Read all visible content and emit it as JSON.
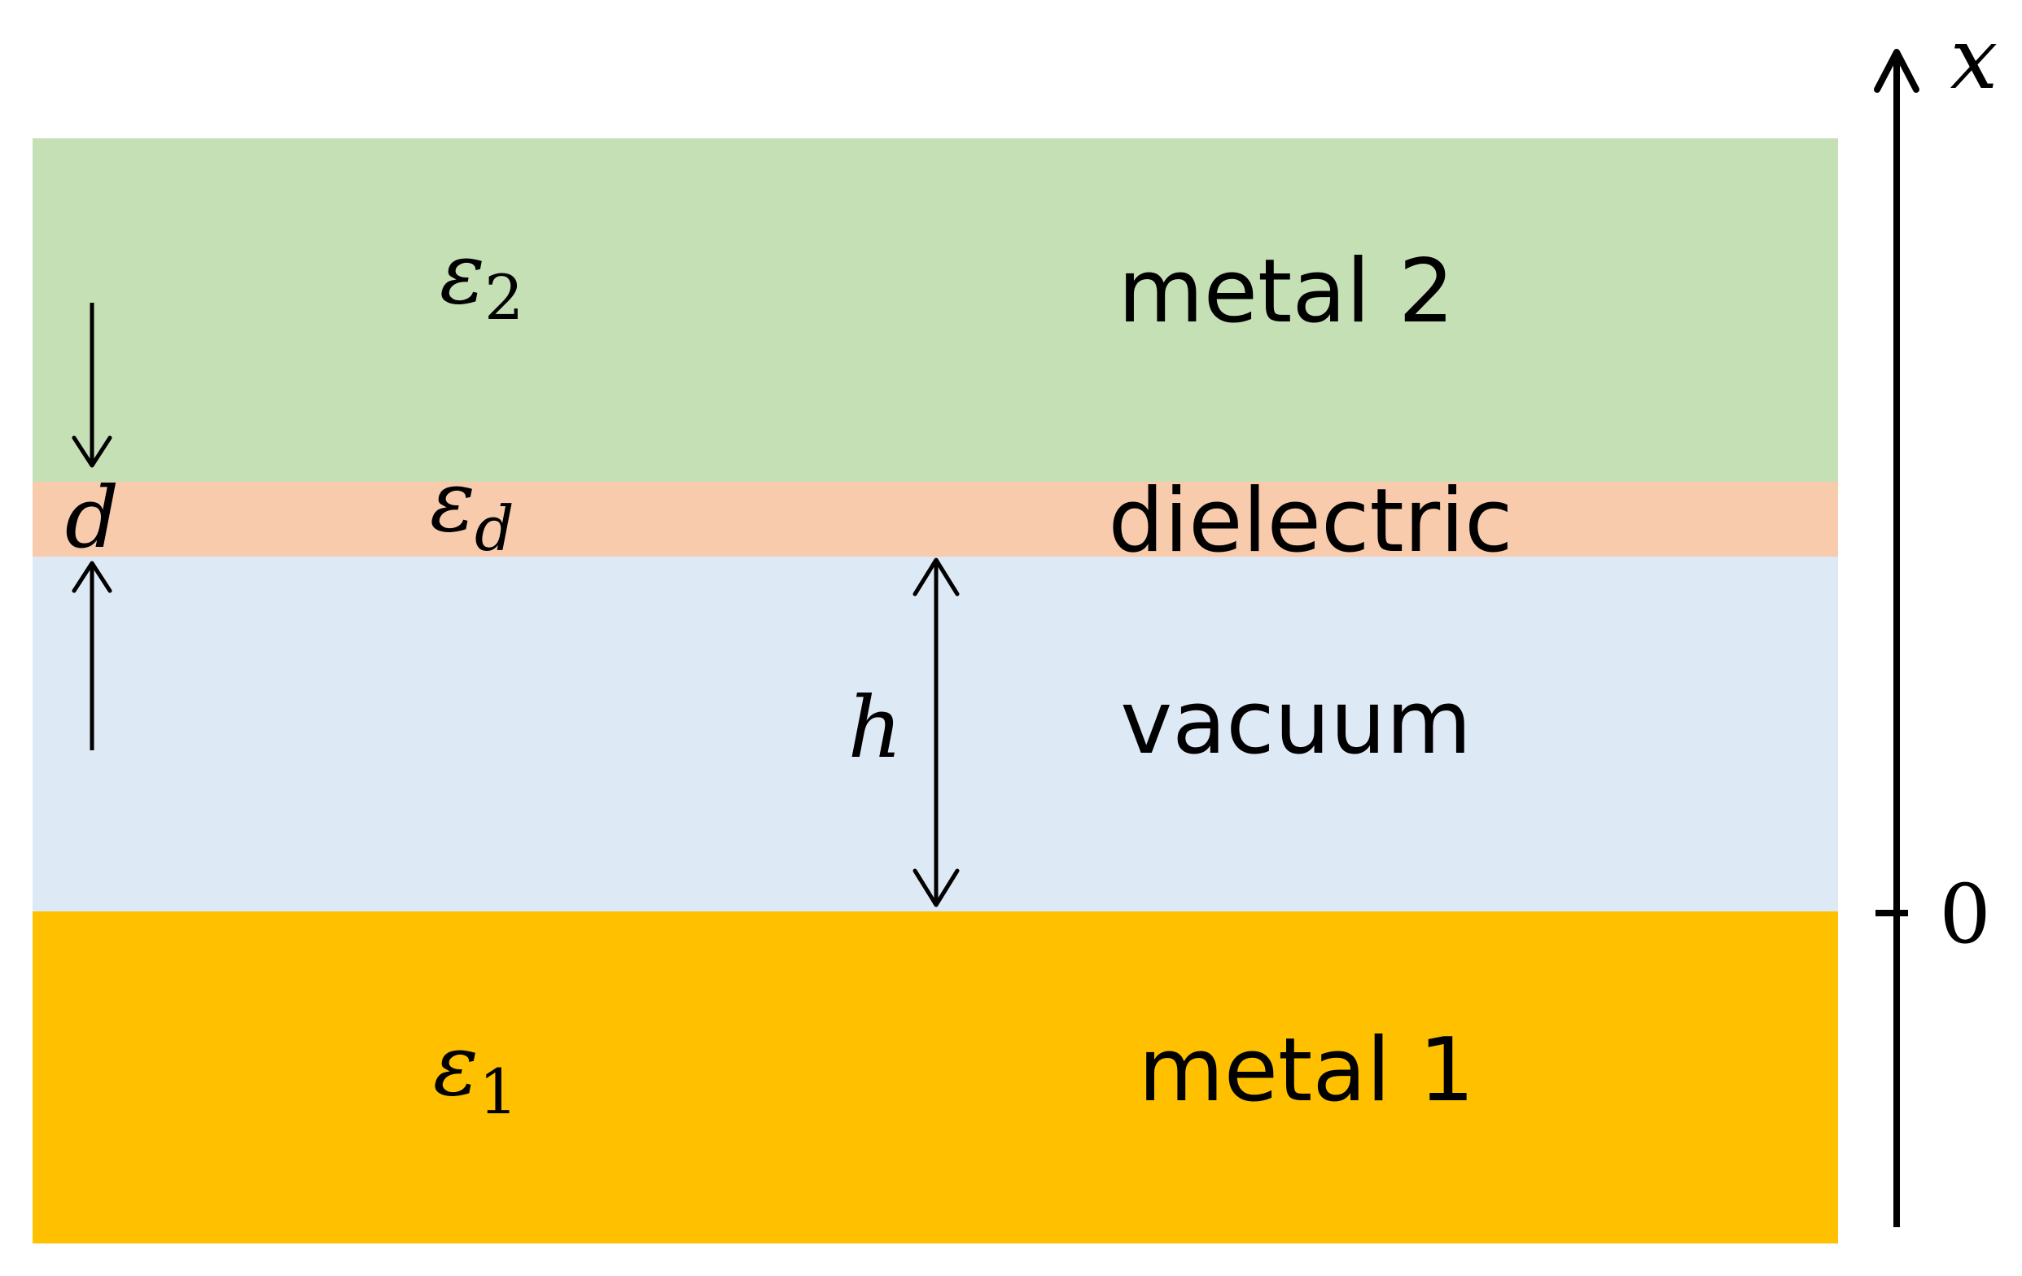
{
  "layers": {
    "metal2": {
      "name": "metal 2",
      "symbol": "ε",
      "subscript": "2",
      "color": "#c5e0b4"
    },
    "dielectric": {
      "name": "dielectric",
      "symbol": "ε",
      "subscript": "d",
      "color": "#f8cbad"
    },
    "vacuum": {
      "name": "vacuum",
      "color": "#dee9f6"
    },
    "metal1": {
      "name": "metal 1",
      "symbol": "ε",
      "subscript": "1",
      "color": "#ffc000"
    }
  },
  "dimensions": {
    "thickness_label": "d",
    "gap_label": "h"
  },
  "axis": {
    "label": "x",
    "origin_label": "0"
  }
}
